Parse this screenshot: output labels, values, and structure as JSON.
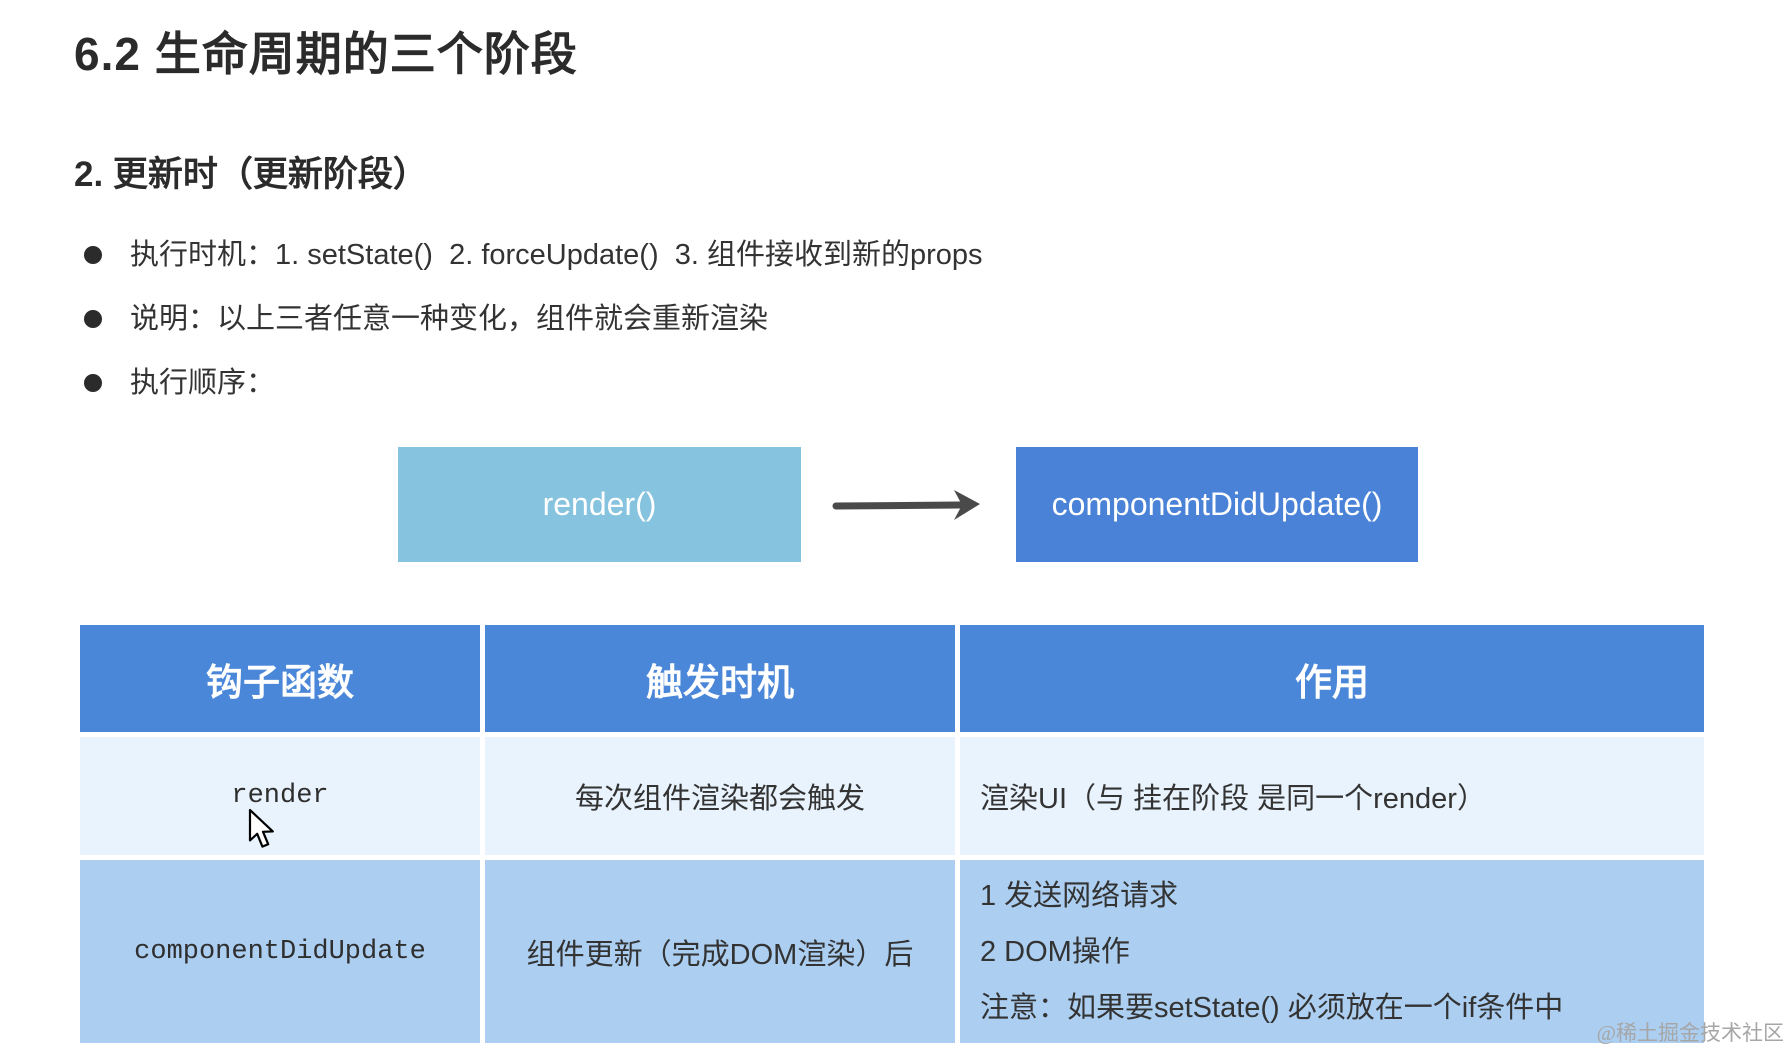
{
  "page": {
    "title": "6.2 生命周期的三个阶段",
    "subtitle": "2. 更新时（更新阶段）",
    "bullets": [
      "执行时机：1. setState()  2. forceUpdate()  3. 组件接收到新的props",
      "说明：以上三者任意一种变化，组件就会重新渲染",
      "执行顺序："
    ],
    "watermark": "@稀土掘金技术社区"
  },
  "diagram": {
    "nodes": [
      {
        "label": "render()",
        "bg": "#86c3df"
      },
      {
        "label": "componentDidUpdate()",
        "bg": "#4a82d7"
      }
    ],
    "arrow_icon": "arrow-right-icon",
    "arrow_color": "#4a4a4a"
  },
  "table": {
    "headers": [
      "钩子函数",
      "触发时机",
      "作用"
    ],
    "header_bg": "#4b87d9",
    "rows": [
      {
        "bg": "#e9f3fd",
        "hook": "render",
        "timing": "每次组件渲染都会触发",
        "effect_lines": [
          "渲染UI（与 挂在阶段 是同一个render）"
        ]
      },
      {
        "bg": "#abcef1",
        "hook": "componentDidUpdate",
        "timing": "组件更新（完成DOM渲染）后",
        "effect_lines": [
          "1 发送网络请求",
          "2 DOM操作",
          "注意：如果要setState() 必须放在一个if条件中"
        ]
      }
    ]
  },
  "colors": {
    "heading_text": "#2b2b2b",
    "body_text": "#333333",
    "watermark_text": "#a6a6a6"
  }
}
